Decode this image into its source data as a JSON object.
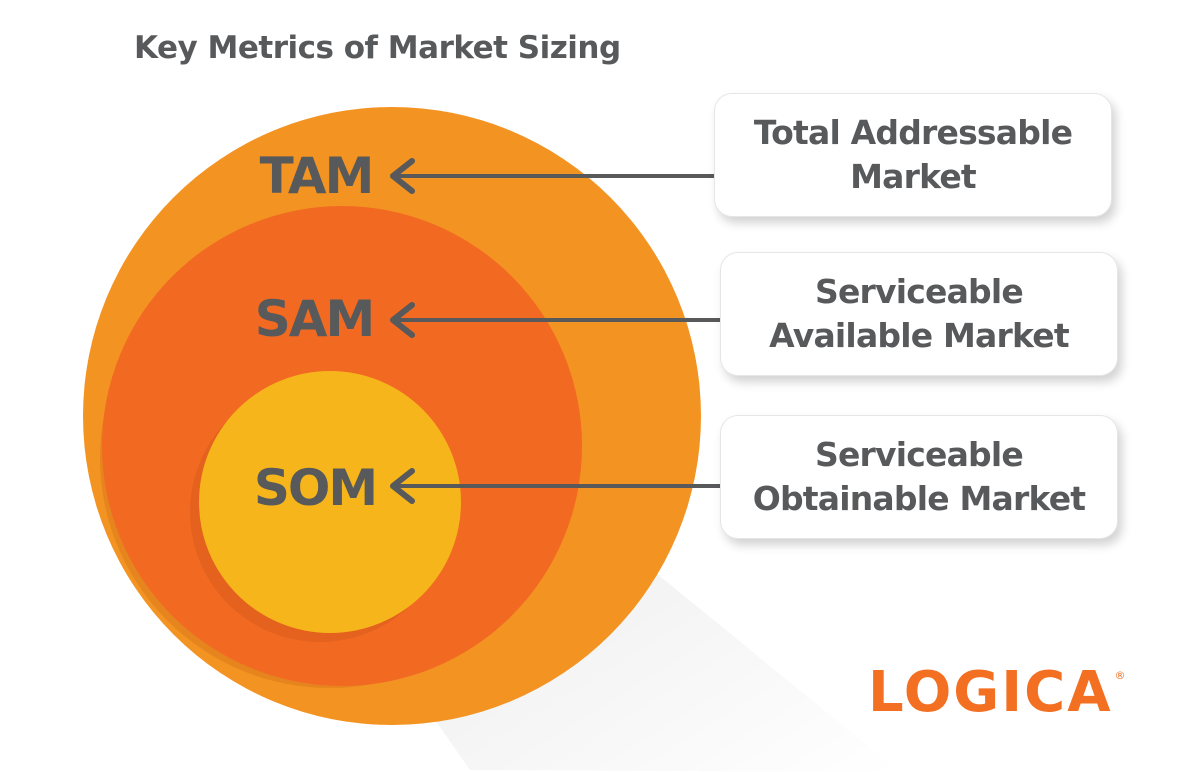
{
  "title": "Key Metrics of Market Sizing",
  "circles": [
    {
      "label": "TAM",
      "color": "#f39322"
    },
    {
      "label": "SAM",
      "color": "#f26a22"
    },
    {
      "label": "SOM",
      "color": "#f6b61b"
    }
  ],
  "cards": [
    {
      "line1": "Total Addressable",
      "line2": "Market"
    },
    {
      "line1": "Serviceable",
      "line2": "Available Market"
    },
    {
      "line1": "Serviceable",
      "line2": "Obtainable Market"
    }
  ],
  "logo": {
    "text": "LOGICA",
    "reg": "®",
    "color": "#f36f21"
  },
  "colors": {
    "text": "#58595b",
    "arrow": "#58595b"
  }
}
